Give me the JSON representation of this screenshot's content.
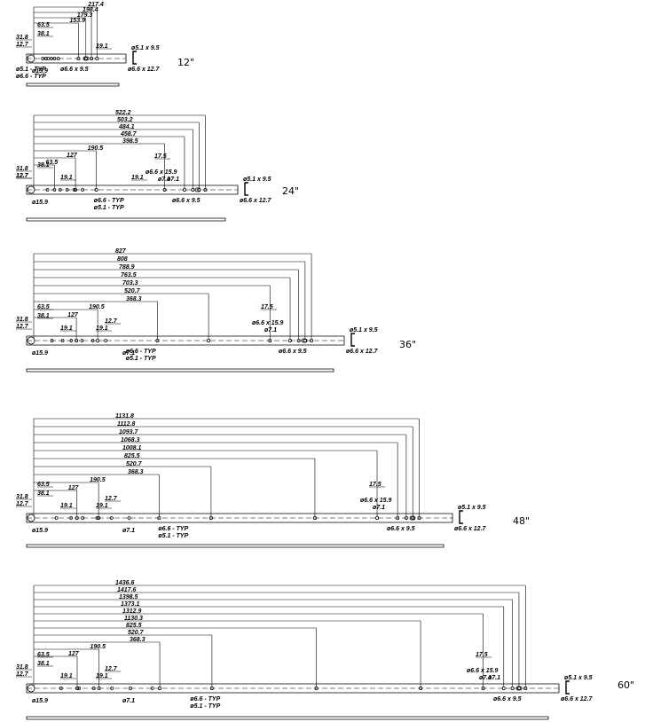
{
  "figure": {
    "units_note": "",
    "drawings": [
      {
        "id": "d12",
        "size_label": "12\"",
        "slide_length": 305,
        "dims": [
          "217.4",
          "198.4",
          "179.3",
          "153.9",
          "63.5",
          "38.1",
          "31.8",
          "12.7",
          "19.1"
        ],
        "notes": [
          "ø5.1 x 9.5",
          "ø6.6 x 12.7",
          "ø6.6 x 9.5",
          "ø15.9",
          "ø5.1 - TYP",
          "ø6.6 - TYP"
        ]
      },
      {
        "id": "d24",
        "size_label": "24\"",
        "slide_length": 610,
        "dims": [
          "522.2",
          "503.2",
          "484.1",
          "458.7",
          "398.5",
          "190.5",
          "127",
          "63.5",
          "38.1",
          "31.8",
          "12.7",
          "19.1",
          "12.7",
          "19.1",
          "17.5"
        ],
        "notes": [
          "ø6.6 x 15.9",
          "ø7.1",
          "ø7.1",
          "ø5.1 x 9.5",
          "ø15.9",
          "ø6.6 - TYP",
          "ø5.1 - TYP",
          "ø6.6 x 9.5",
          "ø6.6 x 12.7"
        ]
      },
      {
        "id": "d36",
        "size_label": "36\"",
        "slide_length": 914,
        "dims": [
          "827",
          "808",
          "788.9",
          "763.5",
          "703.3",
          "520.7",
          "368.3",
          "190.5",
          "127",
          "63.5",
          "38.1",
          "31.8",
          "12.7",
          "19.1",
          "12.7",
          "19.1",
          "17.5"
        ],
        "notes": [
          "ø6.6 x 15.9",
          "ø7.1",
          "ø5.1 x 9.5",
          "ø15.9",
          "ø7.1",
          "ø6.6 - TYP",
          "ø5.1 - TYP",
          "ø6.6 x 9.5",
          "ø6.6 x 12.7"
        ]
      },
      {
        "id": "d48",
        "size_label": "48\"",
        "slide_length": 1219,
        "dims": [
          "1131.8",
          "1112.8",
          "1093.7",
          "1068.3",
          "1008.1",
          "825.5",
          "520.7",
          "368.3",
          "190.5",
          "127",
          "63.5",
          "38.1",
          "31.8",
          "12.7",
          "19.1",
          "12.7",
          "19.1",
          "17.5"
        ],
        "notes": [
          "ø6.6 x 15.9",
          "ø7.1",
          "ø5.1 x 9.5",
          "ø15.9",
          "ø7.1",
          "ø6.6 - TYP",
          "ø5.1 - TYP",
          "ø6.6 x 9.5",
          "ø6.6 x 12.7"
        ]
      },
      {
        "id": "d60",
        "size_label": "60\"",
        "slide_length": 1524,
        "dims": [
          "1436.6",
          "1417.6",
          "1398.5",
          "1373.1",
          "1312.9",
          "1130.3",
          "825.5",
          "520.7",
          "368.3",
          "190.5",
          "127",
          "63.5",
          "38.1",
          "31.8",
          "12.7",
          "19.1",
          "12.7",
          "19.1",
          "17.5"
        ],
        "notes": [
          "ø6.6 x 15.9",
          "ø7.1",
          "ø5.1 x 9.5",
          "ø15.9",
          "ø7.1",
          "ø6.6 - TYP",
          "ø5.1 - TYP",
          "ø6.6 x 9.5",
          "ø7.1",
          "ø6.6 x 12.7"
        ]
      }
    ]
  }
}
